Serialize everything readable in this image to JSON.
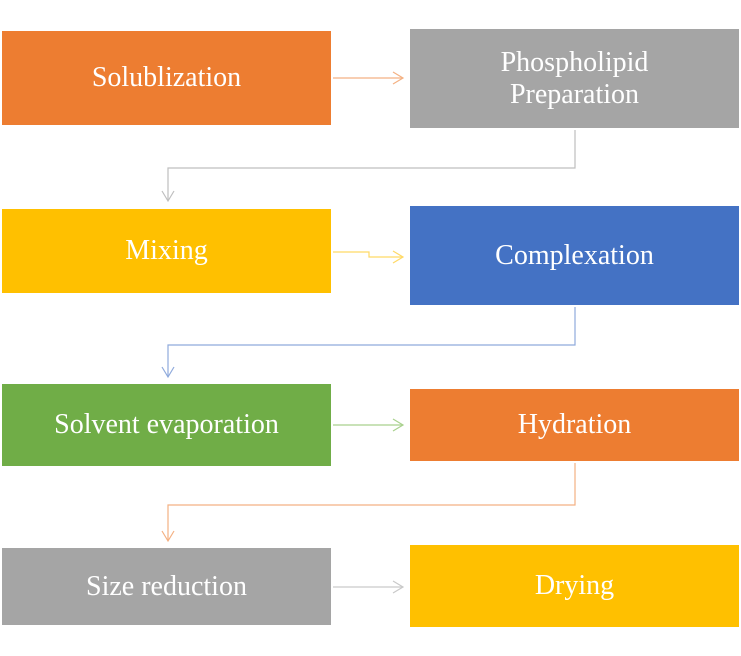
{
  "diagram": {
    "type": "process-flow",
    "colors": {
      "orange": "#ED7D31",
      "gray": "#A5A5A5",
      "gold": "#FFC000",
      "blue": "#4472C4",
      "green": "#70AD47",
      "text": "#FFFFFF"
    },
    "steps": [
      {
        "id": "solublization",
        "label": "Solublization",
        "color": "#ED7D31"
      },
      {
        "id": "phospholipid-preparation",
        "label": "Phospholipid Preparation",
        "color": "#A5A5A5"
      },
      {
        "id": "mixing",
        "label": "Mixing",
        "color": "#FFC000"
      },
      {
        "id": "complexation",
        "label": "Complexation",
        "color": "#4472C4"
      },
      {
        "id": "solvent-evaporation",
        "label": "Solvent evaporation",
        "color": "#70AD47"
      },
      {
        "id": "hydration",
        "label": "Hydration",
        "color": "#ED7D31"
      },
      {
        "id": "size-reduction",
        "label": "Size reduction",
        "color": "#A5A5A5"
      },
      {
        "id": "drying",
        "label": "Drying",
        "color": "#FFC000"
      }
    ],
    "connectors": [
      {
        "from": "solublization",
        "to": "phospholipid-preparation",
        "color": "#F4B183"
      },
      {
        "from": "phospholipid-preparation",
        "to": "mixing",
        "color": "#BFBFBF"
      },
      {
        "from": "mixing",
        "to": "complexation",
        "color": "#FFD966"
      },
      {
        "from": "complexation",
        "to": "solvent-evaporation",
        "color": "#8FAADC"
      },
      {
        "from": "solvent-evaporation",
        "to": "hydration",
        "color": "#A9D18E"
      },
      {
        "from": "hydration",
        "to": "size-reduction",
        "color": "#F4B183"
      },
      {
        "from": "size-reduction",
        "to": "drying",
        "color": "#C9C9C9"
      }
    ]
  }
}
